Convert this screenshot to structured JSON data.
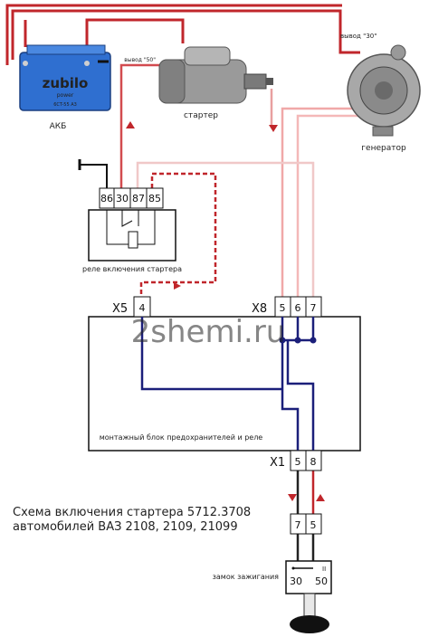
{
  "battery": {
    "label": "АКБ",
    "brand": "zubilo",
    "brand_sub": "power",
    "model": "6CT-55 A3"
  },
  "starter": {
    "label": "стартер",
    "terminal_label": "вывод \"50\""
  },
  "generator": {
    "label": "генератор",
    "terminal_label": "вывод \"30\""
  },
  "relay": {
    "label": "реле включения стартера",
    "pins": [
      "86",
      "30",
      "87",
      "85"
    ]
  },
  "fuse_block": {
    "label": "монтажный блок предохранителей и реле",
    "x5_label": "X5",
    "x5_pins": [
      "4"
    ],
    "x8_label": "X8",
    "x8_pins": [
      "5",
      "6",
      "7"
    ],
    "x1_label": "X1",
    "x1_pins": [
      "5",
      "8"
    ]
  },
  "ignition": {
    "label": "замок зажигания",
    "connector_pins": [
      "7",
      "5"
    ],
    "switch_pins": [
      "30",
      "50"
    ],
    "switch_pos": "II"
  },
  "watermark": "2shemi.ru",
  "caption": {
    "line1": "Схема включения стартера 5712.3708",
    "line2": "автомобилей ВАЗ 2108, 2109, 21099"
  },
  "colors": {
    "battery_wire": "#c0262b",
    "power_wire": "#d24b4f",
    "pink_wire": "#f0a8a8",
    "dashed_wire": "#c0262b",
    "blue_wire": "#1b1f7a"
  }
}
